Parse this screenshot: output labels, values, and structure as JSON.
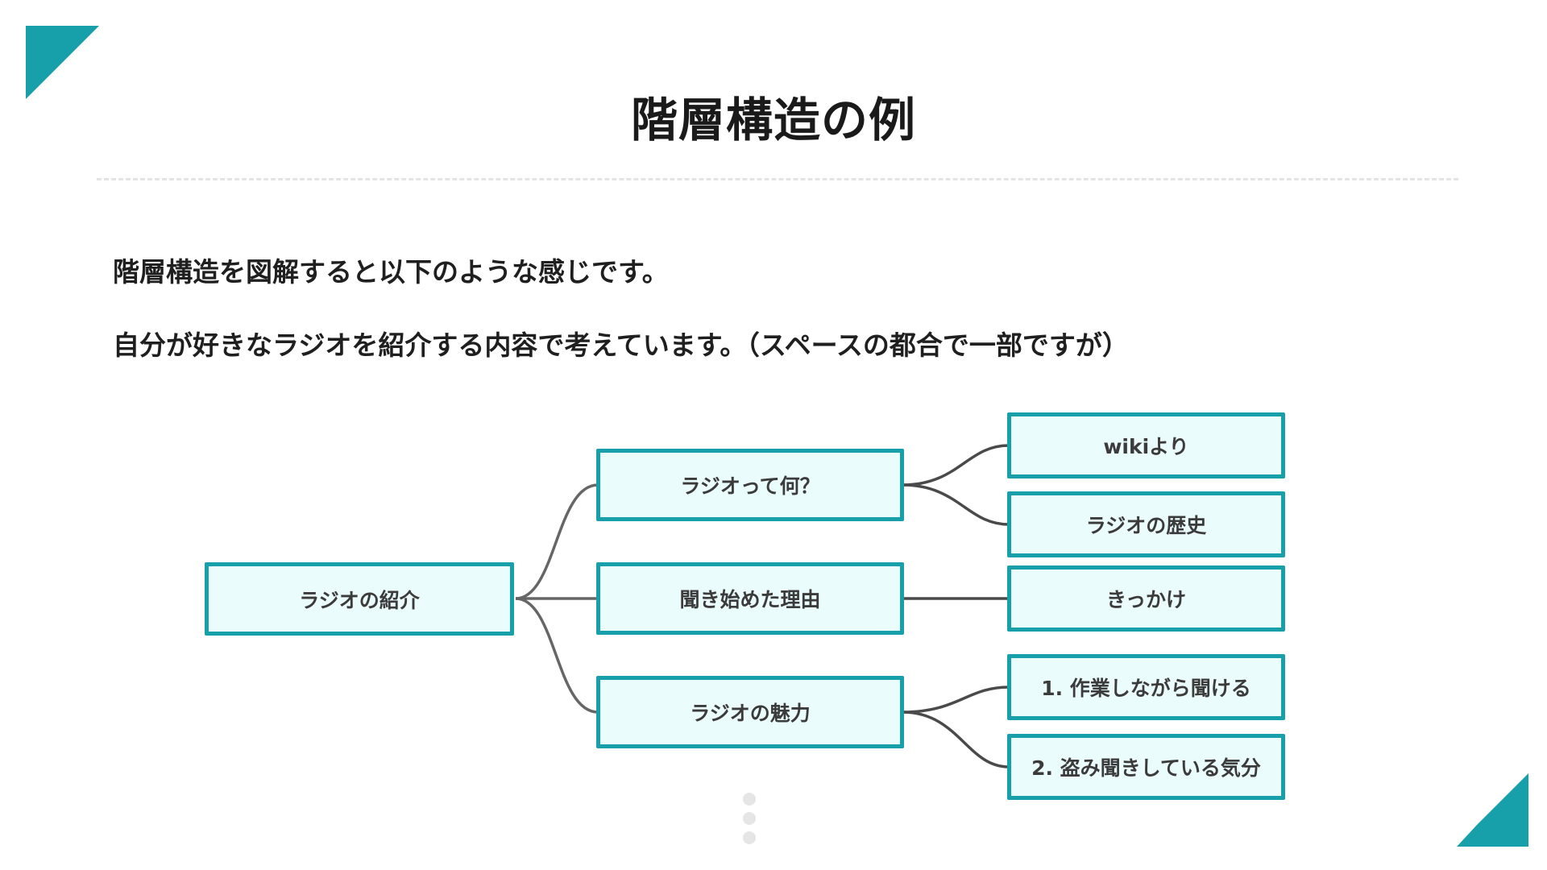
{
  "slide": {
    "title": "階層構造の例",
    "paragraph1": "階層構造を図解すると以下のような感じです。",
    "paragraph2": "自分が好きなラジオを紹介する内容で考えています。（スペースの都合で一部ですが）"
  },
  "colors": {
    "accent": "#17a0aa",
    "node_fill": "#ebfcfd",
    "connector": "#666666"
  },
  "mindmap": {
    "root": {
      "label": "ラジオの紹介"
    },
    "branches": [
      {
        "label": "ラジオって何？",
        "children": [
          "wikiより",
          "ラジオの歴史"
        ]
      },
      {
        "label": "聞き始めた理由",
        "children": [
          "きっかけ"
        ]
      },
      {
        "label": "ラジオの魅力",
        "children": [
          "1. 作業しながら聞ける",
          "2. 盗み聞きしている気分"
        ]
      }
    ]
  }
}
